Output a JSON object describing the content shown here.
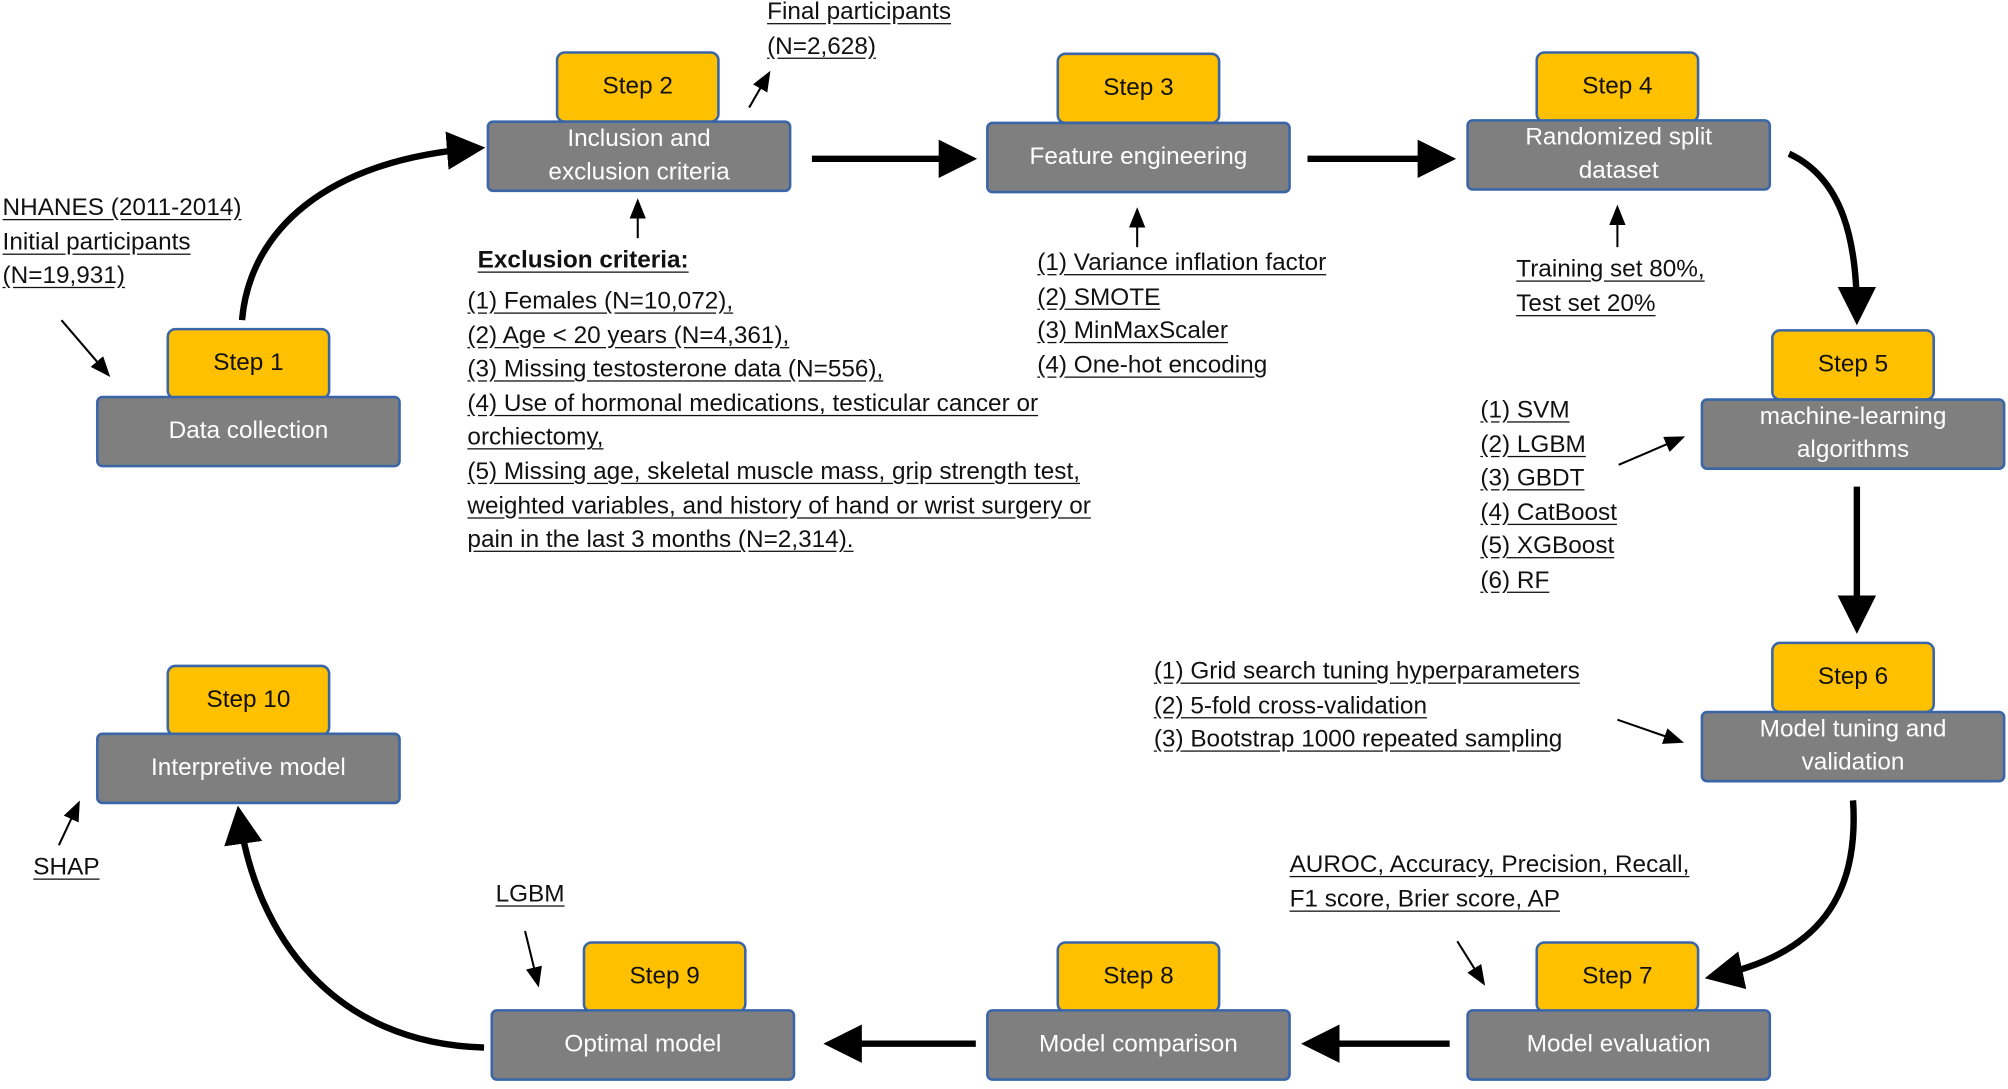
{
  "steps": [
    {
      "id": "step1",
      "step_label": "Step 1",
      "title": "Data collection"
    },
    {
      "id": "step2",
      "step_label": "Step 2",
      "title": "Inclusion and\nexclusion criteria"
    },
    {
      "id": "step3",
      "step_label": "Step 3",
      "title": "Feature engineering"
    },
    {
      "id": "step4",
      "step_label": "Step 4",
      "title": "Randomized split\ndataset"
    },
    {
      "id": "step5",
      "step_label": "Step 5",
      "title": "machine-learning\nalgorithms"
    },
    {
      "id": "step6",
      "step_label": "Step 6",
      "title": "Model tuning and\nvalidation"
    },
    {
      "id": "step7",
      "step_label": "Step 7",
      "title": "Model evaluation"
    },
    {
      "id": "step8",
      "step_label": "Step 8",
      "title": "Model comparison"
    },
    {
      "id": "step9",
      "step_label": "Step 9",
      "title": "Optimal model"
    },
    {
      "id": "step10",
      "step_label": "Step 10",
      "title": "Interpretive model"
    }
  ],
  "notes": {
    "data_source": [
      "NHANES (2011-2014)",
      "Initial participants",
      "(N=19,931)"
    ],
    "final_participants": [
      "Final participants",
      "(N=2,628)"
    ],
    "exclusion_title": "Exclusion criteria:",
    "exclusion_items": [
      "(1)   Females (N=10,072),",
      "(2) Age < 20 years (N=4,361),",
      "(3) Missing testosterone data (N=556),",
      "(4) Use of hormonal medications, testicular cancer or",
      "orchiectomy,",
      "(5) Missing age, skeletal muscle mass, grip strength test,",
      "weighted variables, and history of hand or wrist surgery or",
      "pain in the last 3 months (N=2,314)."
    ],
    "feature_methods": [
      "(1) Variance inflation factor",
      "(2) SMOTE",
      "(3) MinMaxScaler",
      "(4) One-hot encoding"
    ],
    "split": [
      "Training set  80%,",
      "Test set 20%"
    ],
    "algorithms": [
      "(1) SVM",
      "(2) LGBM",
      "(3) GBDT",
      "(4) CatBoost",
      "(5) XGBoost",
      "(6) RF"
    ],
    "tuning": [
      "(1) Grid search tuning  hyperparameters",
      "(2) 5-fold cross-validation",
      "(3) Bootstrap 1000 repeated sampling"
    ],
    "metrics": [
      "AUROC, Accuracy, Precision, Recall,",
      "F1 score, Brier score, AP"
    ],
    "optimal": "LGBM",
    "interpret": "SHAP"
  }
}
